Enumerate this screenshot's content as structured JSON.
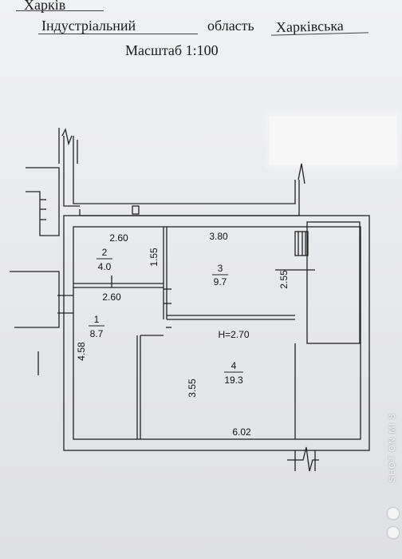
{
  "header": {
    "city": "Харків",
    "district": "Індустріальний",
    "region_word": "область",
    "region": "Харківська",
    "scale": "Масштаб 1:100"
  },
  "plan": {
    "rooms": [
      {
        "number": "1",
        "area": "8.7"
      },
      {
        "number": "2",
        "area": "4.0"
      },
      {
        "number": "3",
        "area": "9.7"
      },
      {
        "number": "4",
        "area": "19.3"
      }
    ],
    "dimensions": {
      "room2_width": "2.60",
      "room2_height": "1.55",
      "room1_width": "2.60",
      "room1_height": "4.58",
      "room3_width": "3.80",
      "room3_height": "2.55",
      "room4_height": "3.55",
      "room4_width": "6.02",
      "ceiling_height": "H=2.70"
    }
  },
  "watermark": {
    "text": "SHOT ON MI 8"
  }
}
